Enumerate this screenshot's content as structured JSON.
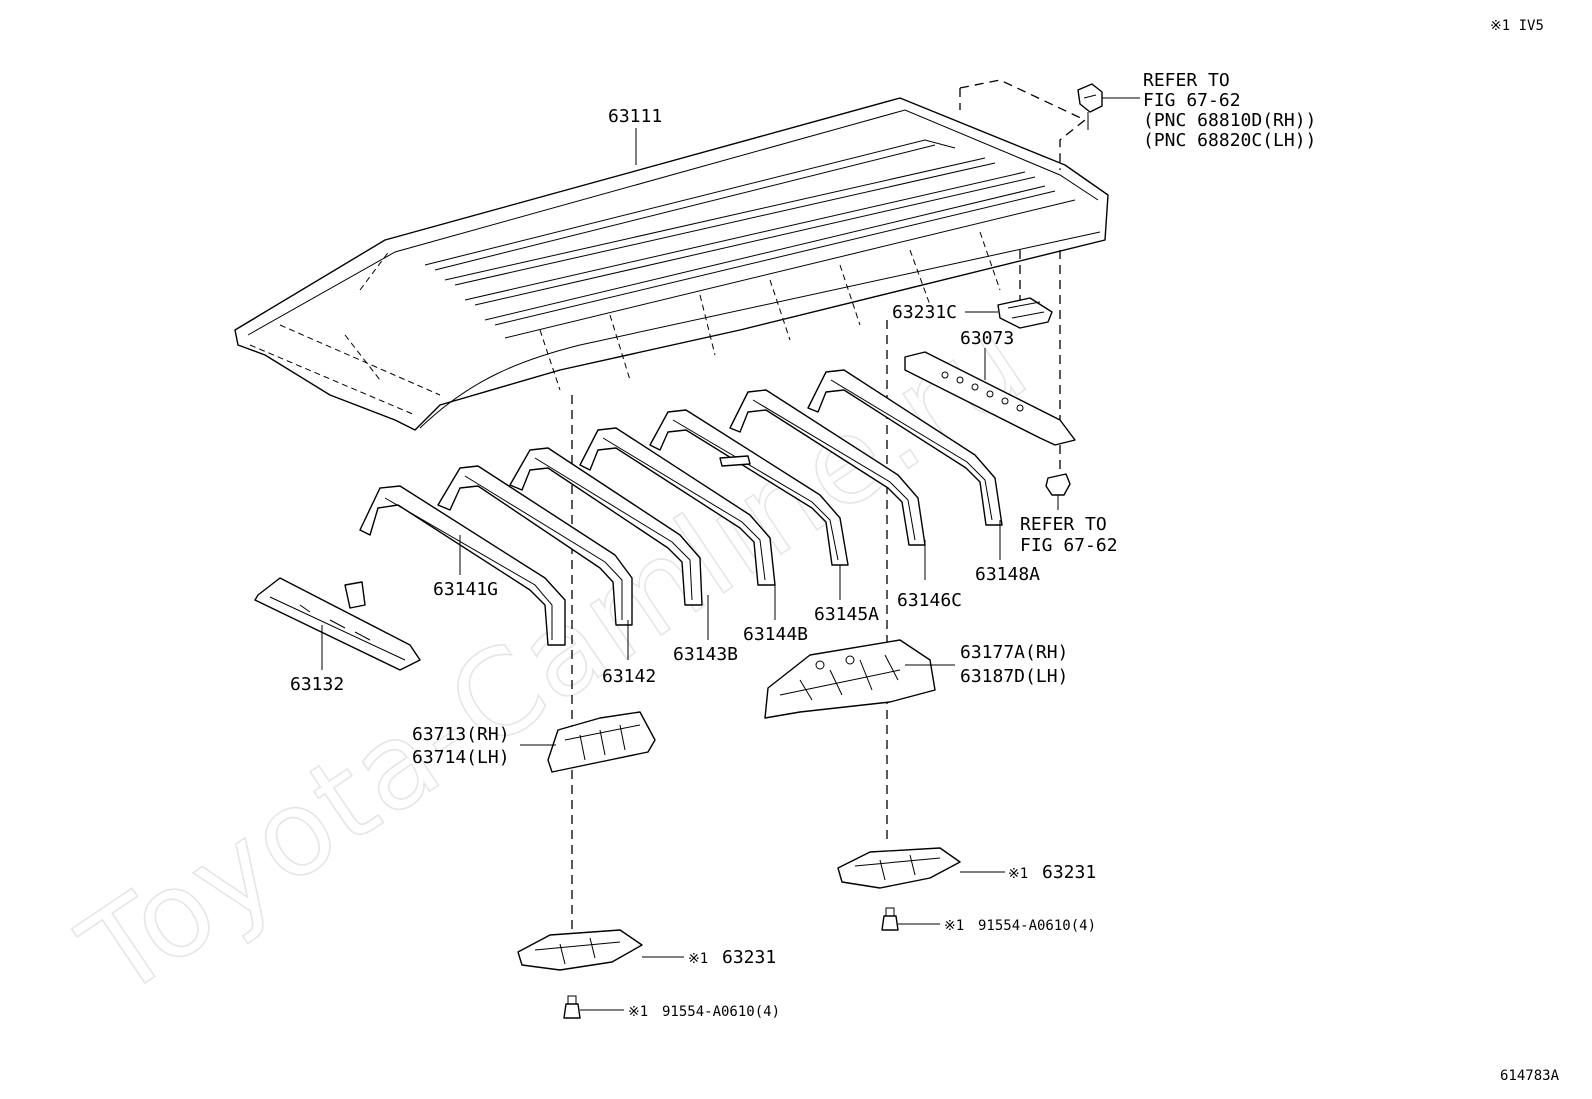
{
  "header": {
    "code": "※1 IV5"
  },
  "footer": {
    "figure_id": "614783A"
  },
  "watermark": "Toyota-Camline.ru",
  "labels": {
    "p63111": "63111",
    "refer_top_1": "REFER TO",
    "refer_top_2": "FIG 67-62",
    "refer_top_3": "(PNC 68810D(RH))",
    "refer_top_4": "(PNC 68820C(LH))",
    "p63231C": "63231C",
    "p63073": "63073",
    "refer_mid_1": "REFER TO",
    "refer_mid_2": "FIG 67-62",
    "p63141G": "63141G",
    "p63142": "63142",
    "p63143B": "63143B",
    "p63144B": "63144B",
    "p63145A": "63145A",
    "p63146C": "63146C",
    "p63148A": "63148A",
    "p63132": "63132",
    "p63177A": "63177A(RH)",
    "p63187D": "63187D(LH)",
    "p63713": "63713(RH)",
    "p63714": "63714(LH)",
    "p63231_right": "63231",
    "p63231_right_mark": "※1",
    "bolt_right": "91554-A0610(4)",
    "bolt_right_mark": "※1",
    "p63231_left": "63231",
    "p63231_left_mark": "※1",
    "bolt_left": "91554-A0610(4)",
    "bolt_left_mark": "※1"
  }
}
